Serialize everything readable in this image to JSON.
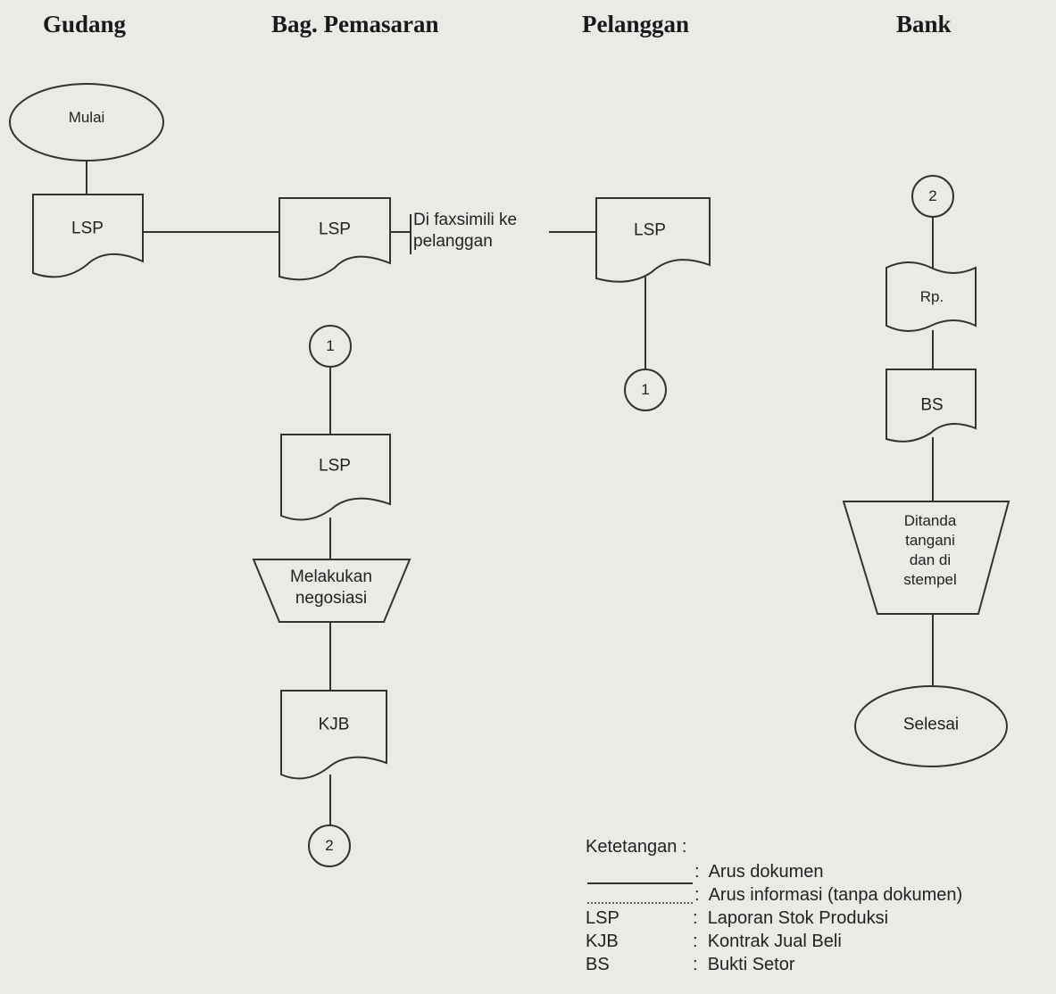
{
  "lanes": {
    "gudang": "Gudang",
    "pemasaran": "Bag. Pemasaran",
    "pelanggan": "Pelanggan",
    "bank": "Bank"
  },
  "nodes": {
    "mulai": "Mulai",
    "lsp_gudang": "LSP",
    "lsp_pemasaran": "LSP",
    "fax_note_line1": "Di faxsimili ke",
    "fax_note_line2": "pelanggan",
    "lsp_pelanggan": "LSP",
    "connector_1_pelanggan": "1",
    "connector_1_pemasaran": "1",
    "lsp_pemasaran_2": "LSP",
    "negosiasi_line1": "Melakukan",
    "negosiasi_line2": "negosiasi",
    "kjb": "KJB",
    "connector_2_pemasaran": "2",
    "connector_2_bank": "2",
    "rp": "Rp.",
    "bs": "BS",
    "ditanda_line1": "Ditanda",
    "ditanda_line2": "tangani",
    "ditanda_line3": "dan di",
    "ditanda_line4": "stempel",
    "selesai": "Selesai"
  },
  "legend": {
    "title": "Ketetangan :",
    "items": [
      {
        "key": "",
        "sep": ":",
        "desc": "Arus dokumen"
      },
      {
        "key": "",
        "sep": ":",
        "desc": "Arus informasi (tanpa dokumen)"
      },
      {
        "key": "LSP",
        "sep": ":",
        "desc": "Laporan Stok Produksi"
      },
      {
        "key": "KJB",
        "sep": ":",
        "desc": "Kontrak Jual Beli"
      },
      {
        "key": "BS",
        "sep": ":",
        "desc": "Bukti Setor"
      }
    ]
  }
}
